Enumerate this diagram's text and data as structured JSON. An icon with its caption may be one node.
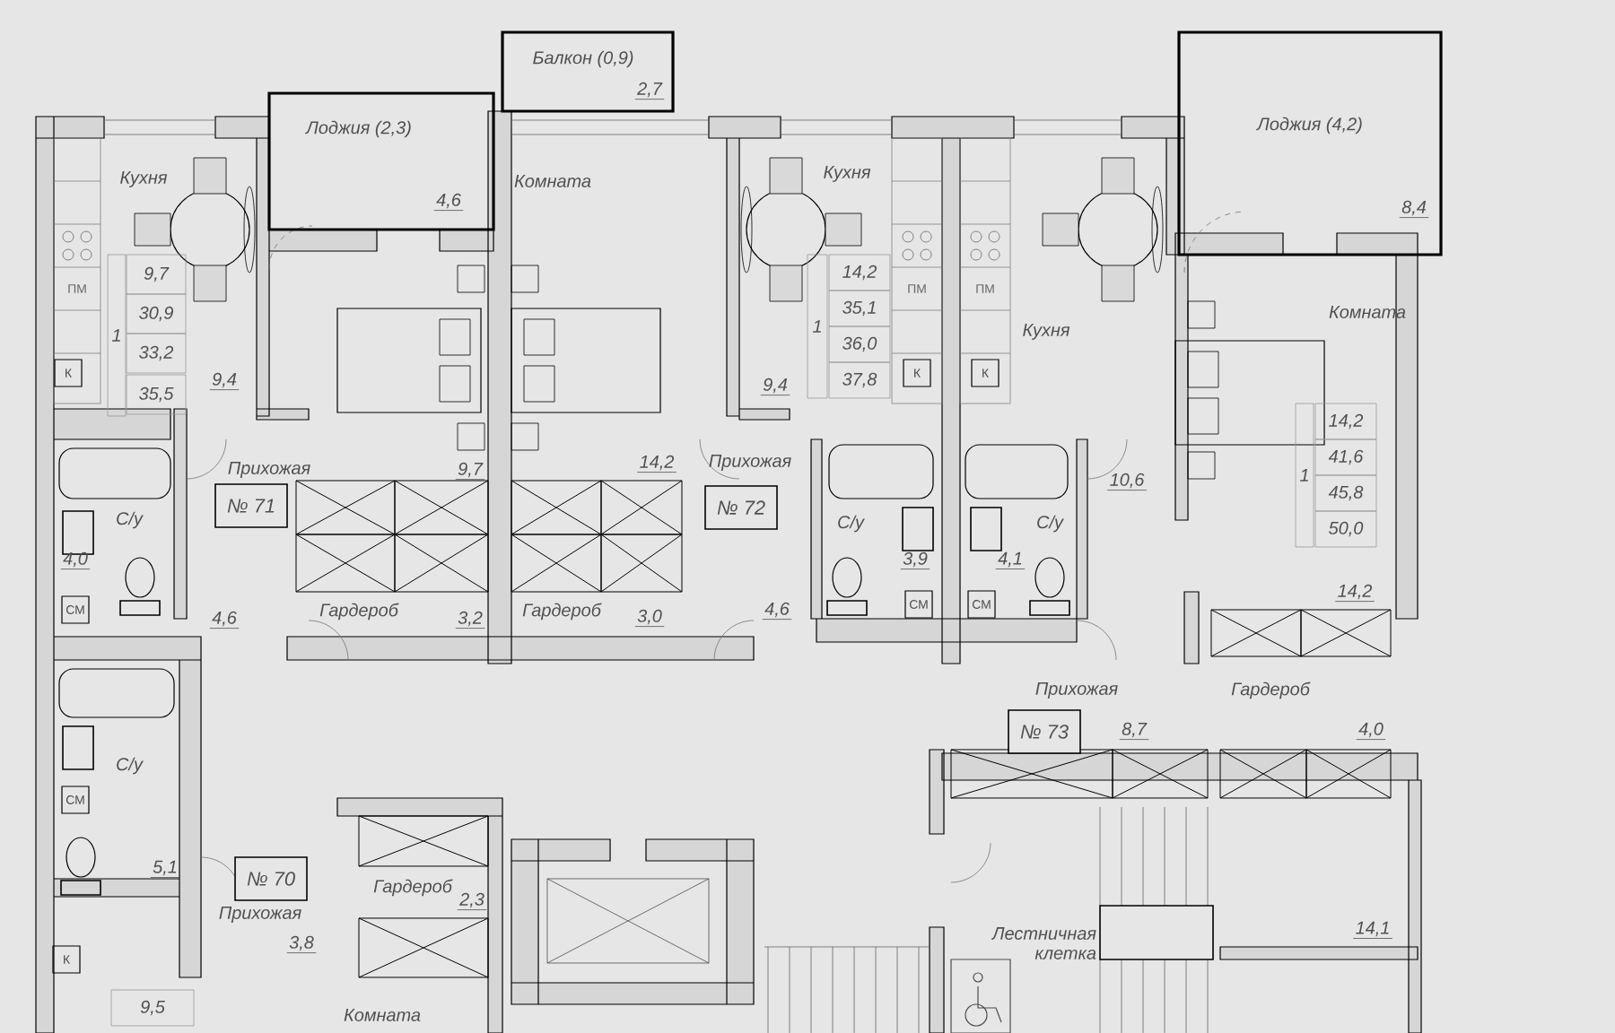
{
  "diagram": {
    "nodes": [
      {
        "text": [
          "Балкон (0,9)",
          "2,7"
        ]
      },
      {
        "text": [
          "Лоджия (2,3)",
          "4,6"
        ]
      },
      {
        "text": [
          "Лоджия (4,2)",
          "8,4"
        ]
      },
      {
        "text": [
          "№ 71"
        ]
      },
      {
        "text": [
          "№ 72"
        ]
      },
      {
        "text": [
          "№ 73"
        ]
      },
      {
        "text": [
          "№ 70"
        ]
      }
    ],
    "labels": [
      "Кухня",
      "Комната",
      "Кухня",
      "1",
      "9,7",
      "30,9",
      "33,2",
      "35,5",
      "1",
      "14,2",
      "35,1",
      "36,0",
      "37,8",
      "ПМ",
      "ПМ",
      "ПМ",
      "Кухня",
      "Комната",
      "1",
      "14,2",
      "41,6",
      "45,8",
      "50,0",
      "К",
      "К",
      "К",
      "9,4",
      "9,4",
      "Прихожая",
      "9,7",
      "14,2",
      "Прихожая",
      "10,6",
      "С/у",
      "С/у",
      "С/у",
      "4,0",
      "3,9",
      "4,1",
      "14,2",
      "СМ",
      "СМ",
      "СМ",
      "4,6",
      "Гардероб",
      "3,2",
      "Гардероб",
      "3,0",
      "4,6",
      "Прихожая",
      "Гардероб",
      "8,7",
      "4,0",
      "С/у",
      "СМ",
      "5,1",
      "Гардероб",
      "2,3",
      "Прихожая",
      "3,8",
      "Лестничная клетка",
      "14,1",
      "К",
      "9,5",
      "Комната"
    ]
  }
}
